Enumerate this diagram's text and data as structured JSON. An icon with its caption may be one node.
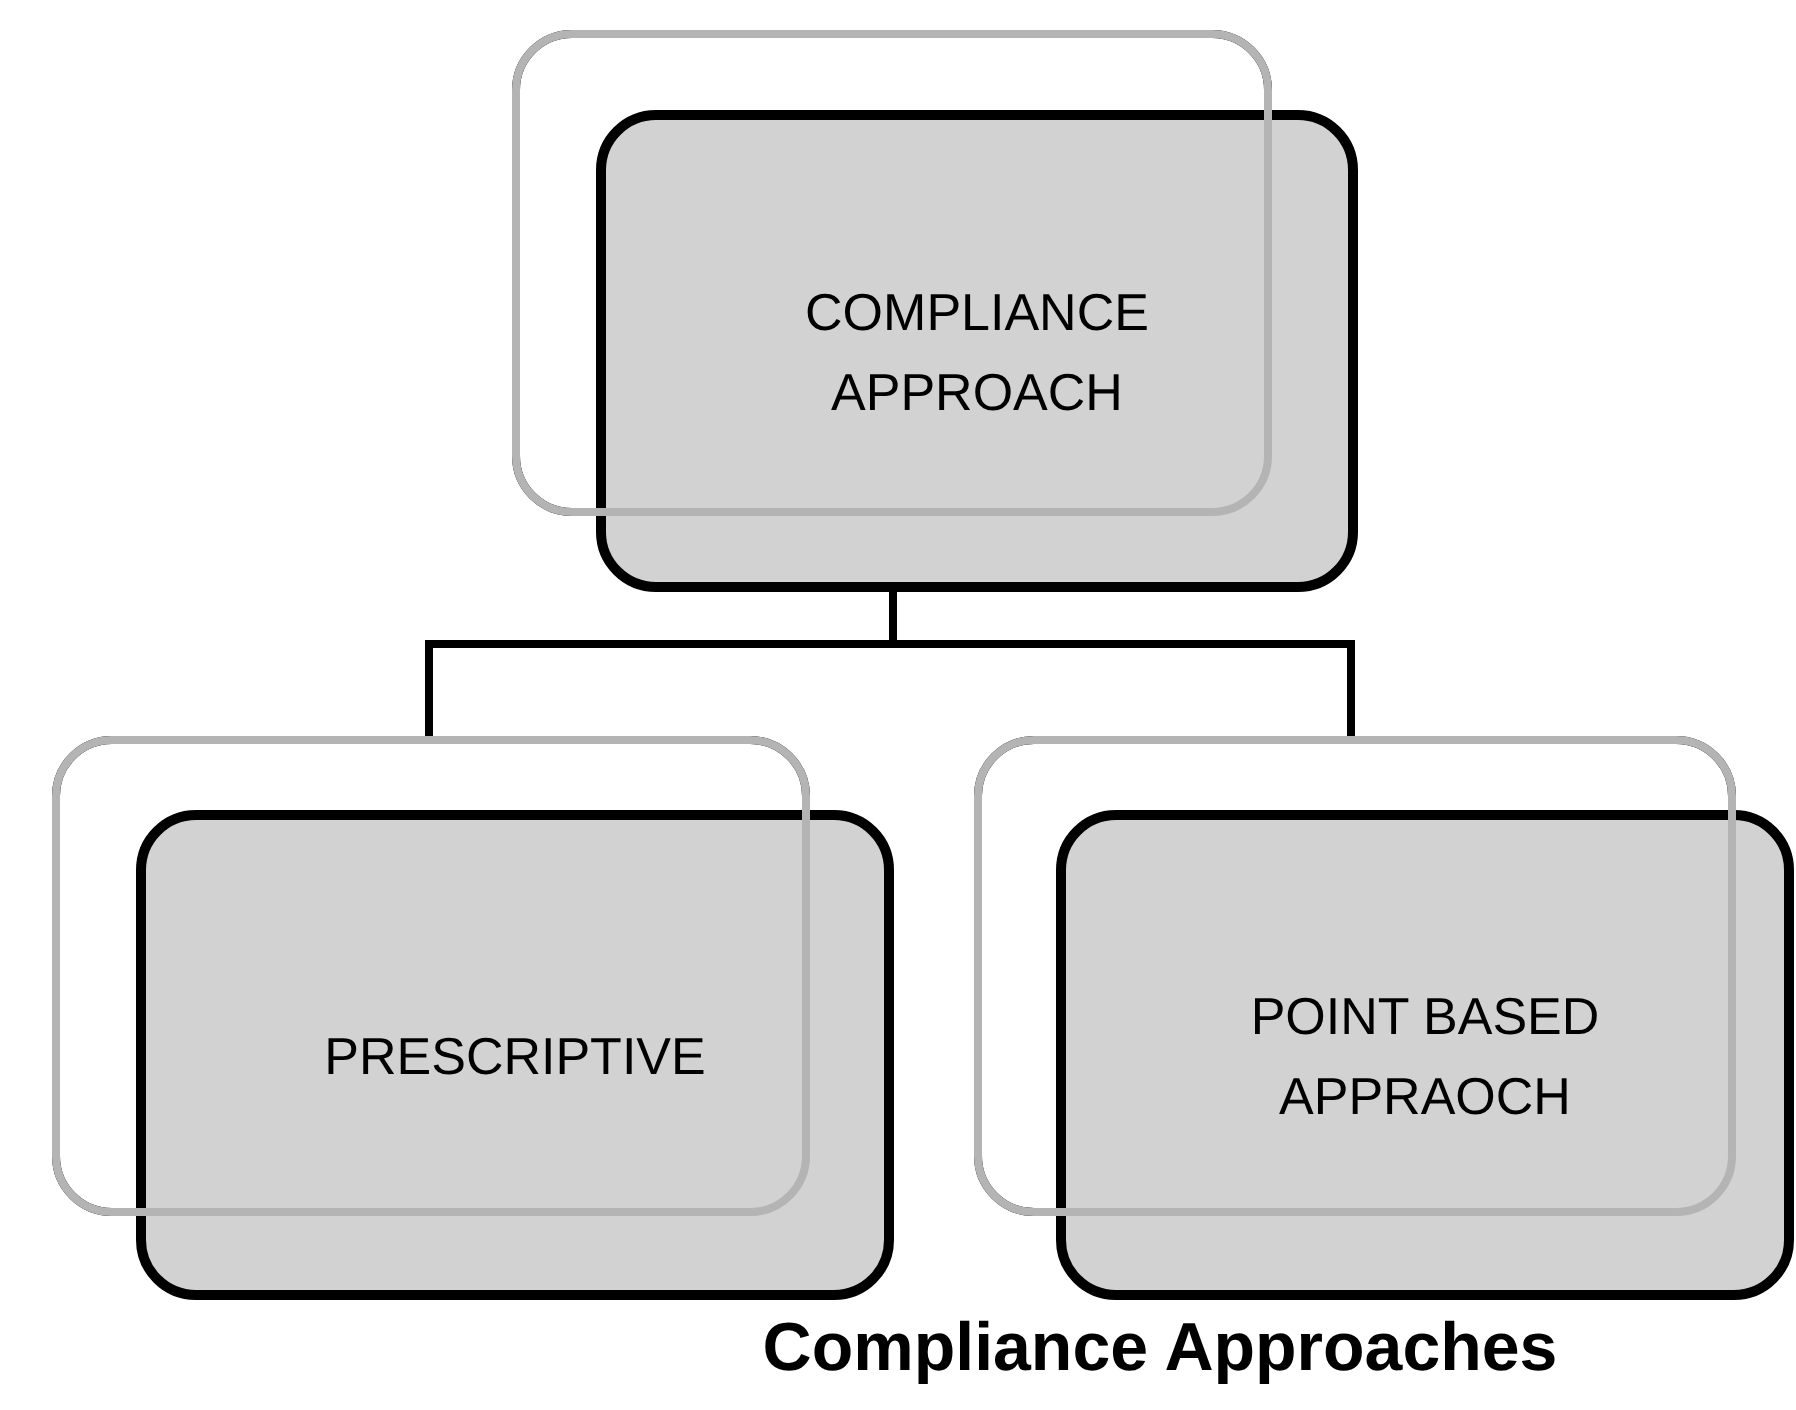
{
  "diagram": {
    "caption": "Compliance Approaches",
    "nodes": [
      {
        "text": [
          "COMPLIANCE APPROACH"
        ]
      },
      {
        "text": [
          "PRESCRIPTIVE"
        ]
      },
      {
        "text": [
          "POINT BASED APPRAOCH"
        ]
      }
    ],
    "edges": [
      {
        "from": 0,
        "to": 1,
        "arrow": "none"
      },
      {
        "from": 0,
        "to": 2,
        "arrow": "none"
      }
    ]
  }
}
